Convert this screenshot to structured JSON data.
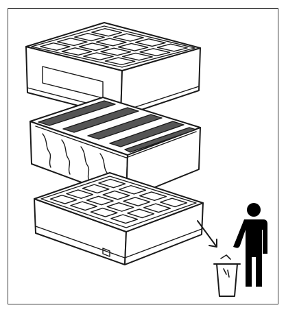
{
  "illustration": {
    "frame_color": "#3a3a3a",
    "line_color": "#1a1a1a",
    "filter_stripe_color": "#555555",
    "figure_color": "#000000",
    "components": [
      "top-grid-tray",
      "pleated-filter-cartridge",
      "bottom-base-tray"
    ],
    "icons": [
      "down-arrow-icon",
      "person-icon",
      "trash-bin-icon"
    ]
  }
}
